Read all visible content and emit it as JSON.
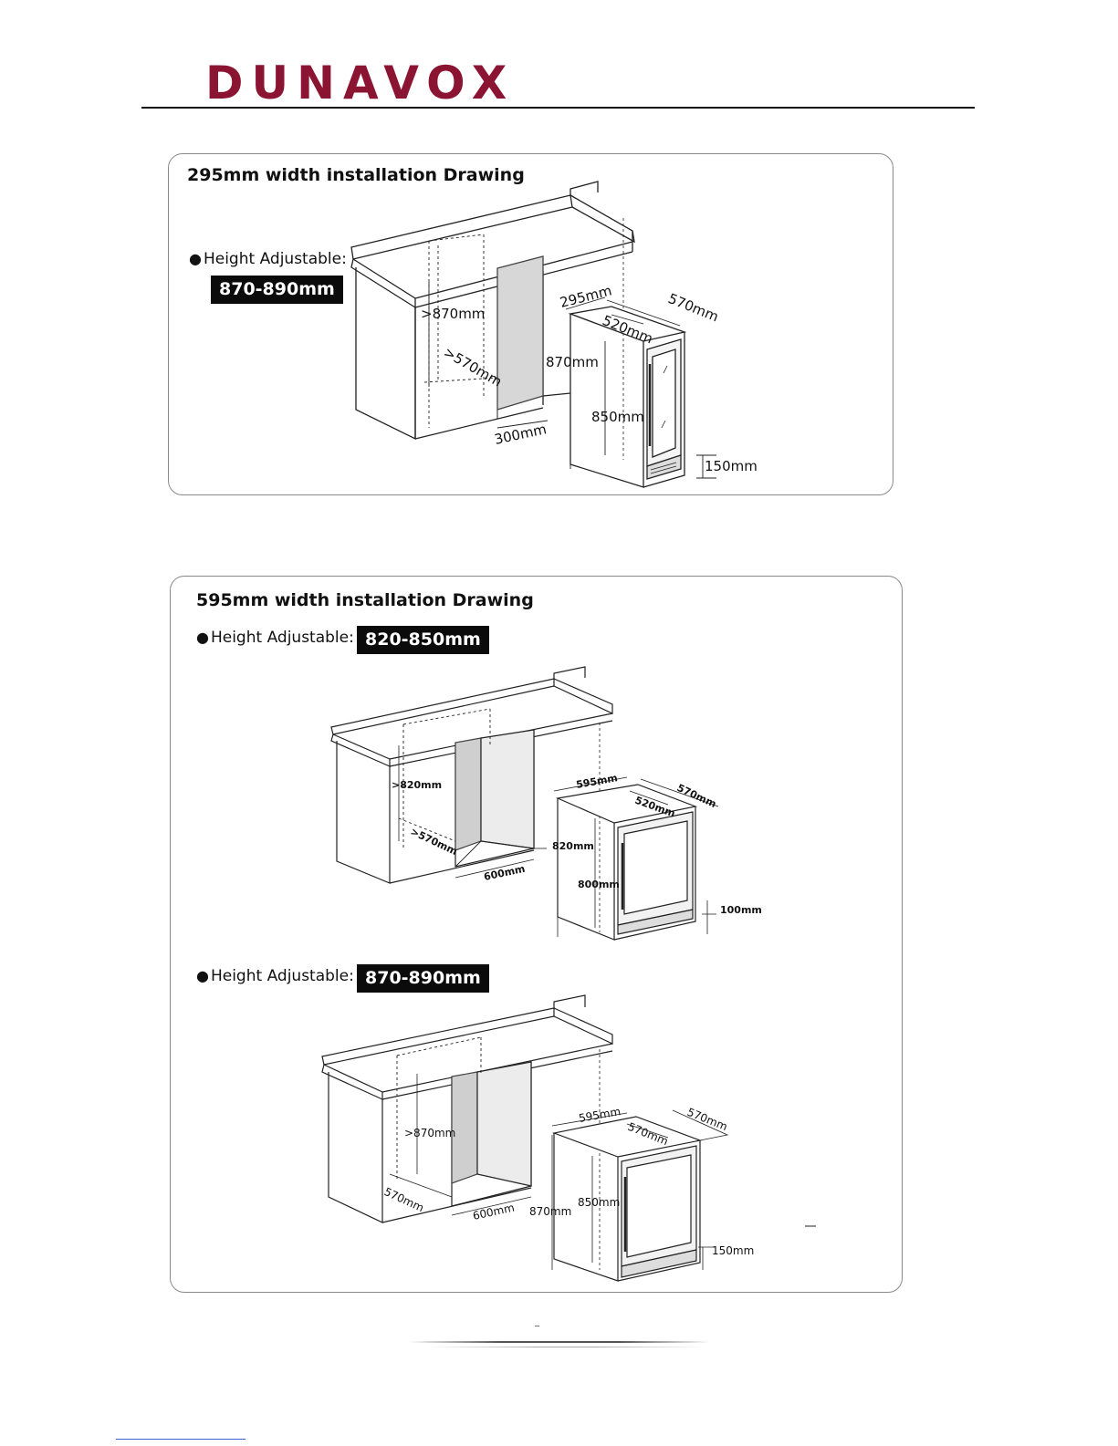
{
  "brand": {
    "name": "DUNAVOX",
    "color": "#8c1433"
  },
  "panel1": {
    "title": "295mm width installation Drawing",
    "height_label": "Height Adjustable:",
    "height_value": "870-890mm",
    "cabinet_dims": {
      "height": ">870mm",
      "depth": ">570mm",
      "width": "300mm"
    },
    "appliance_dims": {
      "width": "295mm",
      "depth_outer": "570mm",
      "depth_inner": "520mm",
      "height_total": "870mm",
      "height_body": "850mm",
      "door_clearance": "150mm"
    }
  },
  "panel2": {
    "title": "595mm width installation Drawing",
    "sections": [
      {
        "height_label": "Height Adjustable:",
        "height_value": "820-850mm",
        "cabinet_dims": {
          "height": ">820mm",
          "depth": ">570mm",
          "width": "600mm"
        },
        "appliance_dims": {
          "width": "595mm",
          "depth_outer": "570mm",
          "depth_inner": "520mm",
          "height_total": "820mm",
          "height_body": "800mm",
          "door_clearance": "100mm"
        }
      },
      {
        "height_label": "Height Adjustable:",
        "height_value": "870-890mm",
        "cabinet_dims": {
          "height": ">870mm",
          "depth": "570mm",
          "width": "600mm"
        },
        "appliance_dims": {
          "width": "595mm",
          "depth_outer": "570mm",
          "depth_inner": "570mm",
          "height_total": "870mm",
          "height_body": "850mm",
          "door_clearance": "150mm"
        }
      }
    ]
  }
}
